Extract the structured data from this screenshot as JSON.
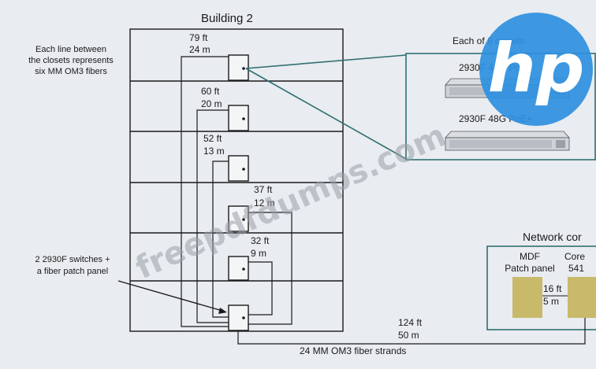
{
  "building": {
    "title": "Building 2"
  },
  "notes": {
    "fiber_note": [
      "Each line between",
      "the closets represents",
      "six MM OM3 fibers"
    ],
    "switches_note": [
      "2 2930F switches +",
      "a fiber patch panel"
    ]
  },
  "closets": [
    {
      "ft": "79 ft",
      "m": "24 m"
    },
    {
      "ft": "60 ft",
      "m": "20 m"
    },
    {
      "ft": "52 ft",
      "m": "13 m"
    },
    {
      "ft": "37 ft",
      "m": "12 m"
    },
    {
      "ft": "32 ft",
      "m": "9 m"
    }
  ],
  "closet_detail": {
    "title": "Each of 6 closets",
    "switches": [
      "2930F 48G PoE+",
      "2930F 48G PoE+"
    ]
  },
  "link": {
    "ft": "124 ft",
    "m": "50 m",
    "strands": "24 MM OM3 fiber strands"
  },
  "network_core": {
    "title": "Network cor",
    "mdf_label": [
      "MDF",
      "Patch panel"
    ],
    "core_label": [
      "Core",
      "541"
    ],
    "ft": "16 ft",
    "m": "5 m"
  },
  "watermark": {
    "text": "freepdfdumps.com"
  },
  "logo": {
    "text": "hp"
  },
  "colors": {
    "background": "#e9ecf0",
    "line": "#1a1a1a",
    "teal": "#2f6f73",
    "panel": "#c9b96a",
    "logo": "#2e8fe0"
  }
}
